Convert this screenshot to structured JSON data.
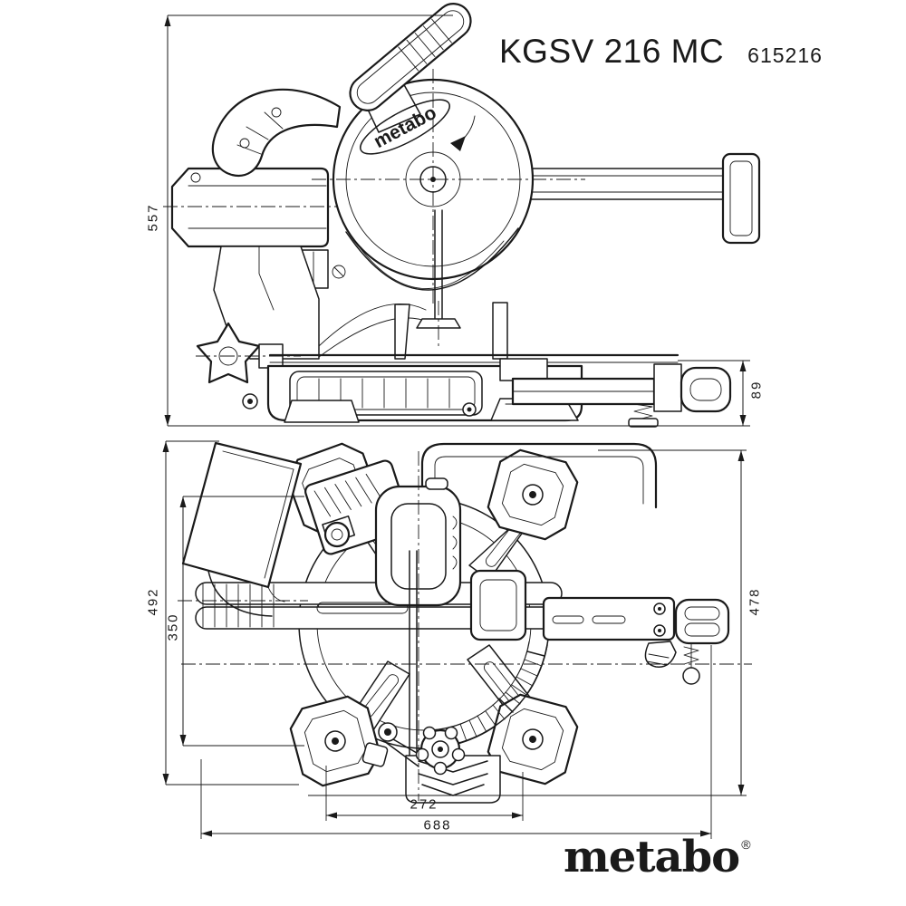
{
  "header": {
    "model": "KGSV 216 MC",
    "article_number": "615216"
  },
  "branding": {
    "logo": "metabo",
    "registered": "®",
    "guard_label": "metabo"
  },
  "dimensions_mm": {
    "side_view": {
      "overall_height": "557",
      "rail_height": "89"
    },
    "top_view": {
      "overall_depth": "492",
      "base_depth": "350",
      "right_depth": "478",
      "inner_width": "272",
      "overall_width": "688"
    }
  },
  "colors": {
    "line": "#1a1a1a",
    "background": "#ffffff"
  }
}
